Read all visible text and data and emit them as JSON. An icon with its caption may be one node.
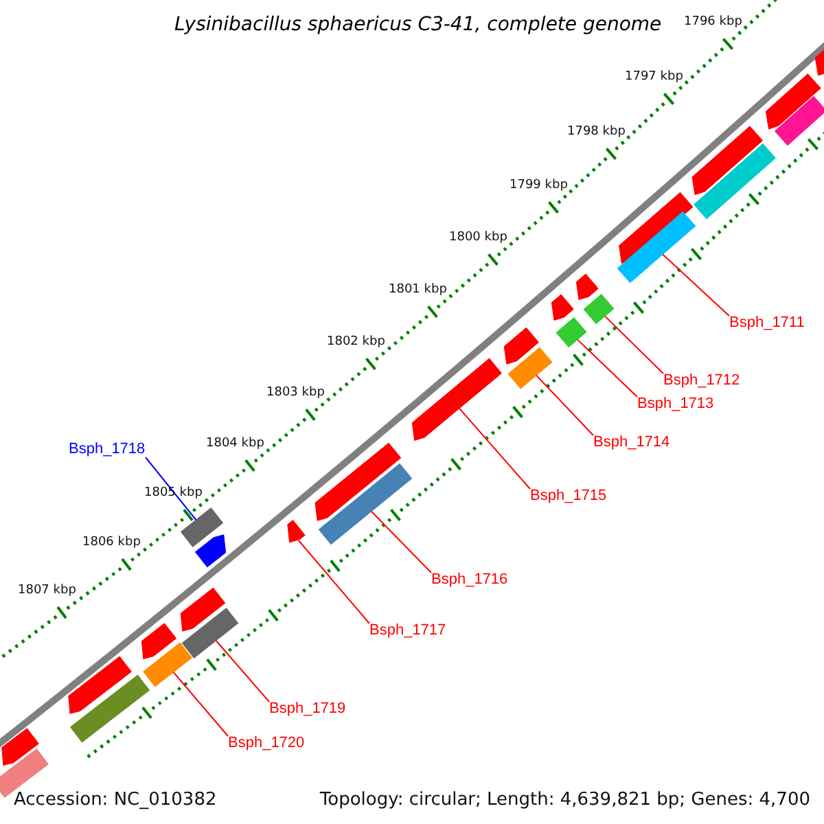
{
  "diagram": {
    "title": "Lysinibacillus sphaericus C3-41, complete genome",
    "nodes": [
      {
        "text": [
          "Bsph_1711"
        ]
      },
      {
        "text": [
          "Bsph_1712"
        ]
      },
      {
        "text": [
          "Bsph_1713"
        ]
      },
      {
        "text": [
          "Bsph_1714"
        ]
      },
      {
        "text": [
          "Bsph_1715"
        ]
      },
      {
        "text": [
          "Bsph_1716"
        ]
      },
      {
        "text": [
          "Bsph_1717"
        ]
      },
      {
        "text": [
          "Bsph_1718"
        ]
      },
      {
        "text": [
          "Bsph_1719"
        ]
      },
      {
        "text": [
          "Bsph_1720"
        ]
      },
      {
        "text": [],
        "shape": "bar"
      },
      {
        "text": [],
        "shape": "bar"
      },
      {
        "text": [],
        "shape": "bar"
      },
      {
        "text": [],
        "shape": "bar"
      },
      {
        "text": [],
        "shape": "bar"
      },
      {
        "text": [],
        "shape": "bar"
      },
      {
        "text": [],
        "shape": "bar"
      },
      {
        "text": [],
        "shape": "bar"
      },
      {
        "text": [],
        "shape": "bar"
      },
      {
        "text": [],
        "shape": "bar"
      }
    ],
    "edges": [
      {
        "from": 0,
        "to": 10,
        "arrow": "none"
      },
      {
        "from": 1,
        "to": 11,
        "arrow": "none"
      },
      {
        "from": 2,
        "to": 12,
        "arrow": "none"
      },
      {
        "from": 3,
        "to": 13,
        "arrow": "none"
      },
      {
        "from": 4,
        "to": 14,
        "arrow": "none"
      },
      {
        "from": 5,
        "to": 15,
        "arrow": "none"
      },
      {
        "from": 6,
        "to": 17,
        "arrow": "none"
      },
      {
        "from": 7,
        "to": 16,
        "arrow": "none",
        "color": "#0000ff"
      },
      {
        "from": 8,
        "to": 18,
        "arrow": "none"
      },
      {
        "from": 9,
        "to": 19,
        "arrow": "none"
      }
    ],
    "labels": [
      "1796 kbp",
      "1797 kbp",
      "1798 kbp",
      "1799 kbp",
      "1800 kbp",
      "1801 kbp",
      "1802 kbp",
      "1803 kbp",
      "1804 kbp",
      "1805 kbp",
      "1806 kbp",
      "1807 kbp",
      "Accession: NC_010382",
      "Topology: circular; Length: 4,639,821 bp; Genes: 4,700"
    ]
  }
}
